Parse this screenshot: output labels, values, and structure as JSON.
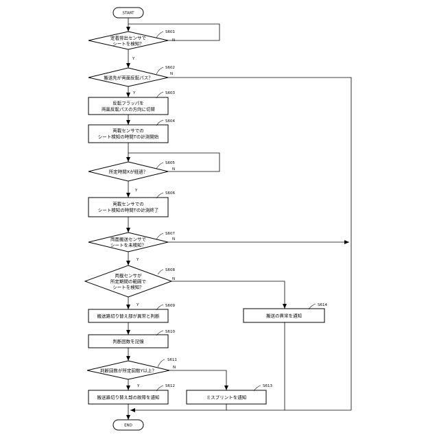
{
  "terminals": {
    "start": "START",
    "end": "END"
  },
  "steps": {
    "s601": {
      "id": "S601",
      "lines": [
        "定着排出センサで",
        "シートを検知？"
      ],
      "no": "N",
      "yes": "Y"
    },
    "s602": {
      "id": "S602",
      "lines": [
        "搬送先が両面反転パス？"
      ],
      "no": "N",
      "yes": "Y"
    },
    "s603": {
      "id": "S603",
      "lines": [
        "反転フラッパを",
        "両面反転パスの方向に切替"
      ]
    },
    "s604": {
      "id": "S604",
      "lines": [
        "両載センサでの",
        "シート検知の時間Tの計測開始"
      ]
    },
    "s605": {
      "id": "S605",
      "lines": [
        "所定時間Xが経過？"
      ],
      "no": "N",
      "yes": "Y"
    },
    "s606": {
      "id": "S606",
      "lines": [
        "両載センサでの",
        "シート検知の時間Tの計測終了"
      ]
    },
    "s607": {
      "id": "S607",
      "lines": [
        "両面搬送センサで",
        "シートを未検知？"
      ],
      "no": "N",
      "yes": "Y"
    },
    "s608": {
      "id": "S608",
      "lines": [
        "両載センサが",
        "所定期間の範囲で",
        "シートを検知？"
      ],
      "no": "N",
      "yes": "Y"
    },
    "s609": {
      "id": "S609",
      "lines": [
        "搬送路切り替え部が異常と判断"
      ]
    },
    "s610": {
      "id": "S610",
      "lines": [
        "判断回数を記憶"
      ]
    },
    "s611": {
      "id": "S611",
      "lines": [
        "判断回数が所定回数Y以上？"
      ],
      "no": "N",
      "yes": "Y"
    },
    "s612": {
      "id": "S612",
      "lines": [
        "搬送路切り替え部の故障を通知"
      ]
    },
    "s613": {
      "id": "S613",
      "lines": [
        "ミスプリントを通知"
      ]
    },
    "s614": {
      "id": "S614",
      "lines": [
        "搬送の異常を通知"
      ]
    }
  }
}
